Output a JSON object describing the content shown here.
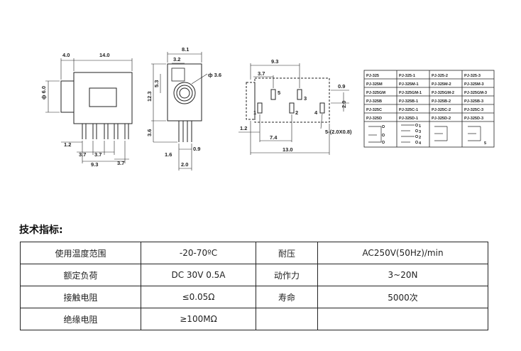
{
  "drawing": {
    "front": {
      "dims": [
        "4.0",
        "14.0",
        "ф 6.0",
        "1.2",
        "3.7",
        "3.7",
        "9.3",
        "3.7"
      ]
    },
    "side": {
      "dims": [
        "8.1",
        "3.2",
        "5.3",
        "12.3",
        "3.6",
        "ф 3.6",
        "1.6",
        "0.9",
        "2.0"
      ]
    },
    "pcb": {
      "dims": [
        "9.3",
        "3.7",
        "0.9",
        "2.0",
        "1.2",
        "7.4",
        "13.0",
        "5-(2.0X0.8)"
      ],
      "pins": [
        "5",
        "3",
        "1",
        "2",
        "4"
      ]
    },
    "models": {
      "rows": [
        [
          "PJ-325",
          "PJ-325-1",
          "PJ-325-2",
          "PJ-325-3"
        ],
        [
          "PJ-325M",
          "PJ-325M-1",
          "PJ-325M-2",
          "PJ-325M-3"
        ],
        [
          "PJ-325GM",
          "PJ-325GM-1",
          "PJ-325GM-2",
          "PJ-325GM-3"
        ],
        [
          "PJ-325B",
          "PJ-325B-1",
          "PJ-325B-2",
          "PJ-325B-3"
        ],
        [
          "PJ-325C",
          "PJ-325C-1",
          "PJ-325C-2",
          "PJ-325C-3"
        ],
        [
          "PJ-325D",
          "PJ-325D-1",
          "PJ-325D-2",
          "PJ-325D-3"
        ]
      ],
      "schematic_pins": [
        "1",
        "3",
        "2",
        "4",
        "5"
      ]
    }
  },
  "section_title": "技术指标:",
  "specs": [
    [
      "使用温度范围",
      "-20-70ºC",
      "耐压",
      "AC250V(50Hz)/min"
    ],
    [
      "额定负荷",
      "DC 30V 0.5A",
      "动作力",
      "3~20N"
    ],
    [
      "接触电阻",
      "≤0.05Ω",
      "寿命",
      "5000次"
    ],
    [
      "绝缘电阻",
      "≥100MΩ",
      "",
      ""
    ]
  ]
}
